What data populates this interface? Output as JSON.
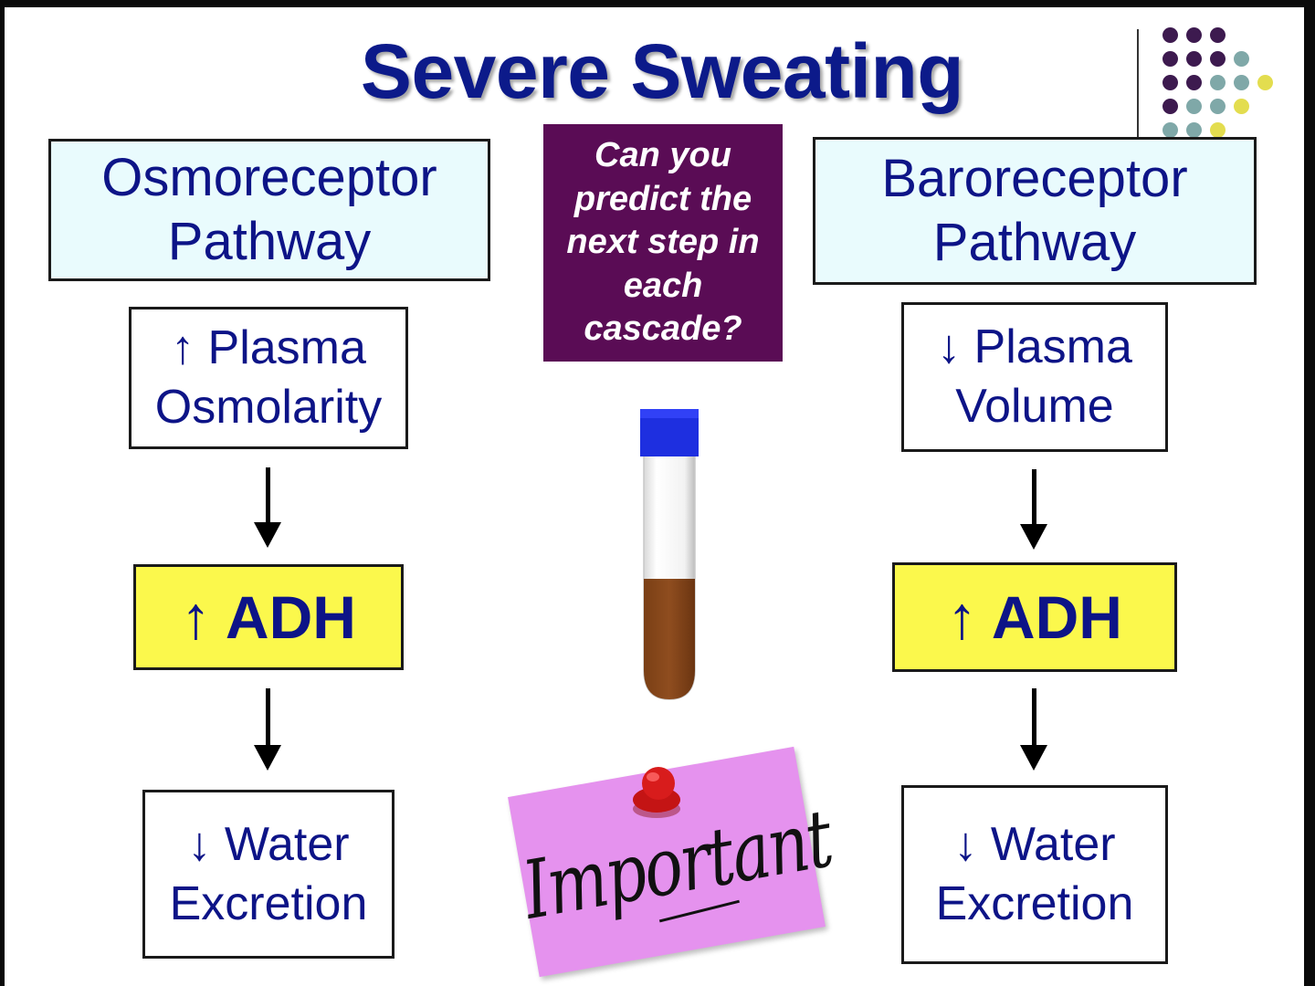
{
  "title": "Severe Sweating",
  "question": {
    "lines": [
      "Can you",
      "predict the",
      "next step in",
      "each",
      "cascade?"
    ]
  },
  "left_pathway": {
    "header": [
      "Osmoreceptor",
      "Pathway"
    ],
    "step1": [
      "↑ Plasma",
      "Osmolarity"
    ],
    "step2": "↑ ADH",
    "step3": [
      "↓ Water",
      "Excretion"
    ]
  },
  "right_pathway": {
    "header": [
      "Baroreceptor",
      "Pathway"
    ],
    "step1": [
      "↓ Plasma",
      "Volume"
    ],
    "step2": "↑ ADH",
    "step3": [
      "↓ Water",
      "Excretion"
    ]
  },
  "sticky_note": {
    "text": "Important",
    "color": "#e592ee"
  },
  "colors": {
    "title": "#0c1a8a",
    "box_text": "#0d1487",
    "pathway_fill": "#e9fbfd",
    "adh_fill": "#fbf84c",
    "question_fill": "#5a0c55",
    "tube_cap": "#1e2fe0",
    "tube_fluid": "#8a4a1c",
    "dot_purple": "#3d1a4f",
    "dot_teal": "#7fa8a8",
    "dot_yellow": "#e3dd4f"
  },
  "icons": [
    "test-tube-icon",
    "push-pin-icon",
    "decorative-dot-grid"
  ]
}
